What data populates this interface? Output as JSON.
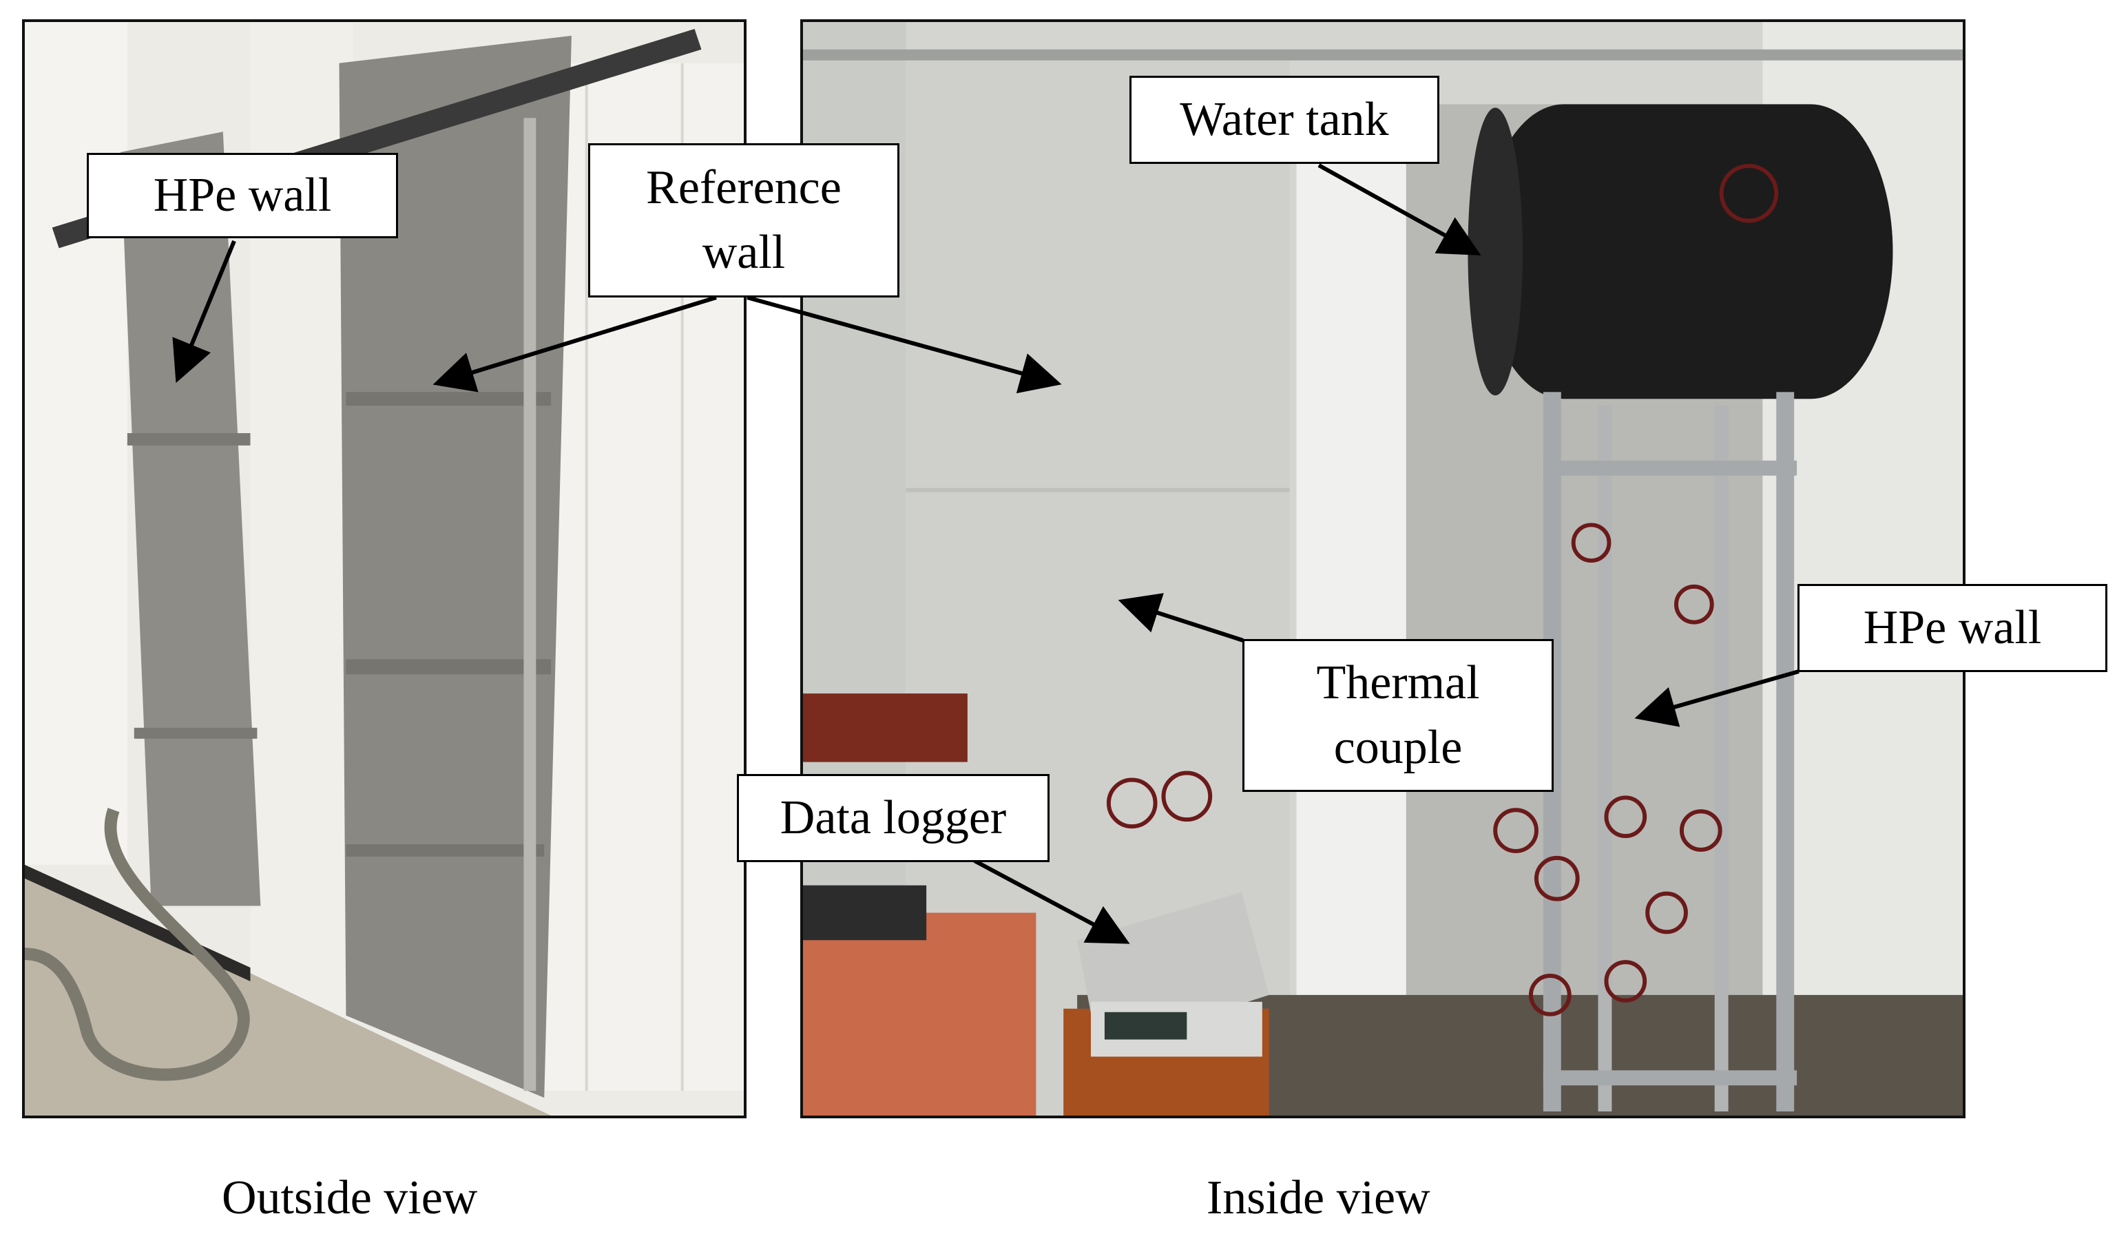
{
  "photos": {
    "outside": {
      "callouts": {
        "hpe_wall": "HPe wall",
        "reference_wall": "Reference wall"
      },
      "caption": "Outside view"
    },
    "inside": {
      "callouts": {
        "water_tank": "Water tank",
        "thermal_couple": "Thermal couple",
        "data_logger": "Data logger",
        "hpe_wall": "HPe wall"
      },
      "caption": "Inside view"
    }
  },
  "colors": {
    "callout_border": "#000000",
    "callout_fill": "#ffffff",
    "arrow": "#000000",
    "photo_frame": "#111111"
  }
}
